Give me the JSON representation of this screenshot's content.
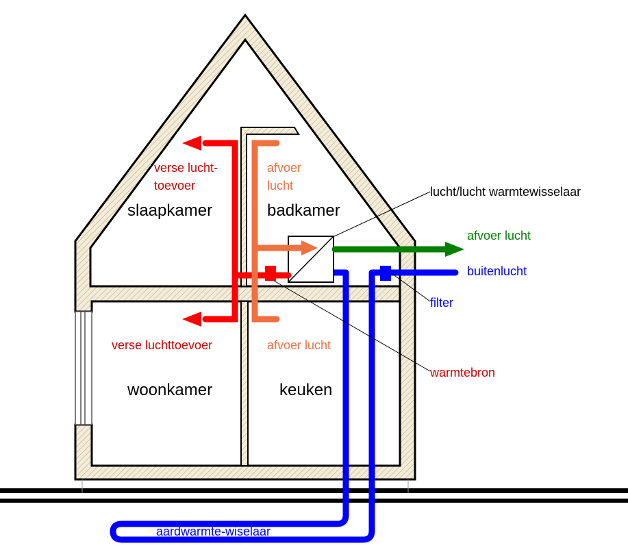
{
  "rooms": {
    "bedroom": "slaapkamer",
    "bathroom": "badkamer",
    "living": "woonkamer",
    "kitchen": "keuken"
  },
  "labels": {
    "fresh_supply_upper_line1": "verse lucht-",
    "fresh_supply_upper_line2": "toevoer",
    "exhaust_upper_line1": "afvoer",
    "exhaust_upper_line2": "lucht",
    "heat_exchanger": "lucht/lucht warmtewisselaar",
    "exhaust_out": "afvoer lucht",
    "outside_air": "buitenlucht",
    "filter": "filter",
    "fresh_supply_lower": "verse luchttoevoer",
    "exhaust_lower": "afvoer lucht",
    "heat_source": "warmtebron",
    "ground_loop": "aardwarmte-wiselaar"
  },
  "colors": {
    "fresh_supply": "#ff0000",
    "exhaust_internal": "#f07040",
    "exhaust_out": "#008000",
    "outside_air": "#0000ff",
    "heat_source_label": "#cc0000",
    "wall_outline": "#000000",
    "wall_fill": "#f3ecd8"
  }
}
